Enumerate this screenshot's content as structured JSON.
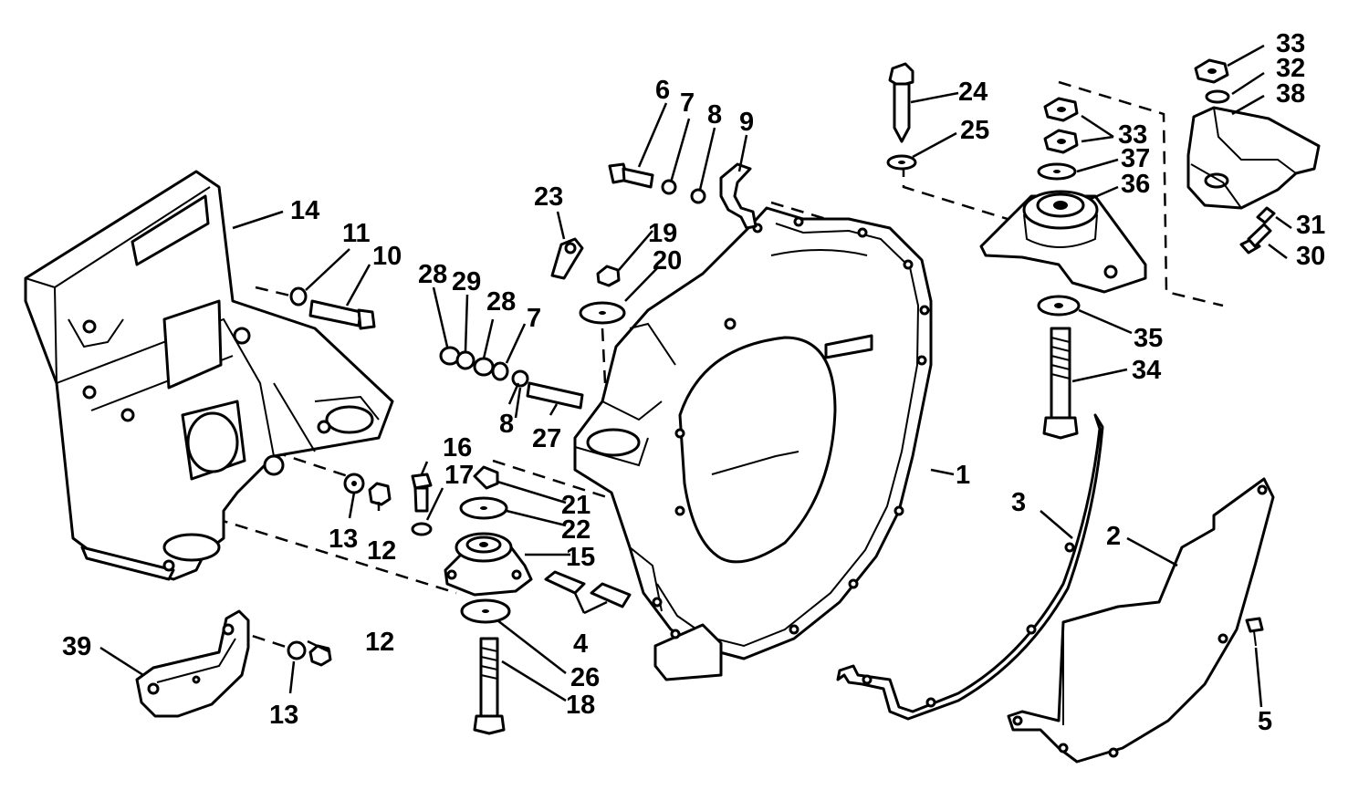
{
  "diagram": {
    "callouts": [
      "1",
      "2",
      "3",
      "4",
      "5",
      "6",
      "7",
      "7",
      "8",
      "8",
      "9",
      "10",
      "11",
      "12",
      "12",
      "13",
      "13",
      "14",
      "15",
      "16",
      "17",
      "18",
      "19",
      "20",
      "21",
      "22",
      "23",
      "24",
      "25",
      "26",
      "27",
      "28",
      "28",
      "29",
      "30",
      "31",
      "32",
      "33",
      "33",
      "34",
      "35",
      "36",
      "37",
      "38",
      "39"
    ]
  }
}
